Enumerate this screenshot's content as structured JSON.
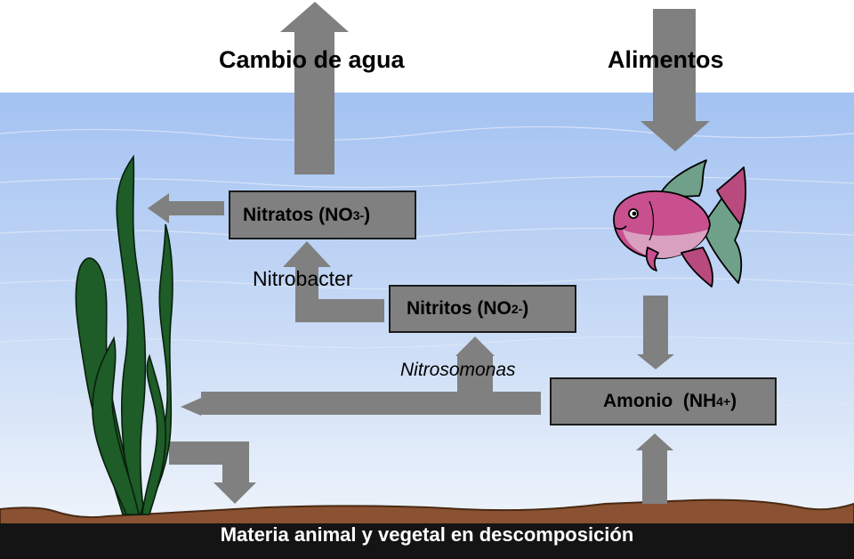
{
  "labels": {
    "water_change": "Cambio de agua",
    "food": "Alimentos",
    "nitrobacter": "Nitrobacter",
    "nitrosomonas": "Nitrosomonas",
    "decomposition": "Materia animal y vegetal en descomposición"
  },
  "boxes": {
    "nitrates": {
      "name": "Nitratos (NO",
      "sub": "3",
      "sup": "-",
      "close": ")"
    },
    "nitrites": {
      "name": "Nitritos (NO",
      "sub": "2",
      "sup": "-",
      "close": ")"
    },
    "ammonium": {
      "name": "Amonio  (NH",
      "sub": "4",
      "sup": "+",
      "close": ")"
    }
  },
  "colors": {
    "water_top": "#a9c7f3",
    "water_bottom": "#eaf1fb",
    "arrow": "#808080",
    "box": "#808080",
    "seaweed": "#1e5c28",
    "sediment": "#8a5232",
    "bottom_band": "#141414",
    "fish_pink": "#c8508f",
    "fish_green": "#6fa08a"
  },
  "icons": [
    "fish-icon",
    "seaweed-icon"
  ]
}
